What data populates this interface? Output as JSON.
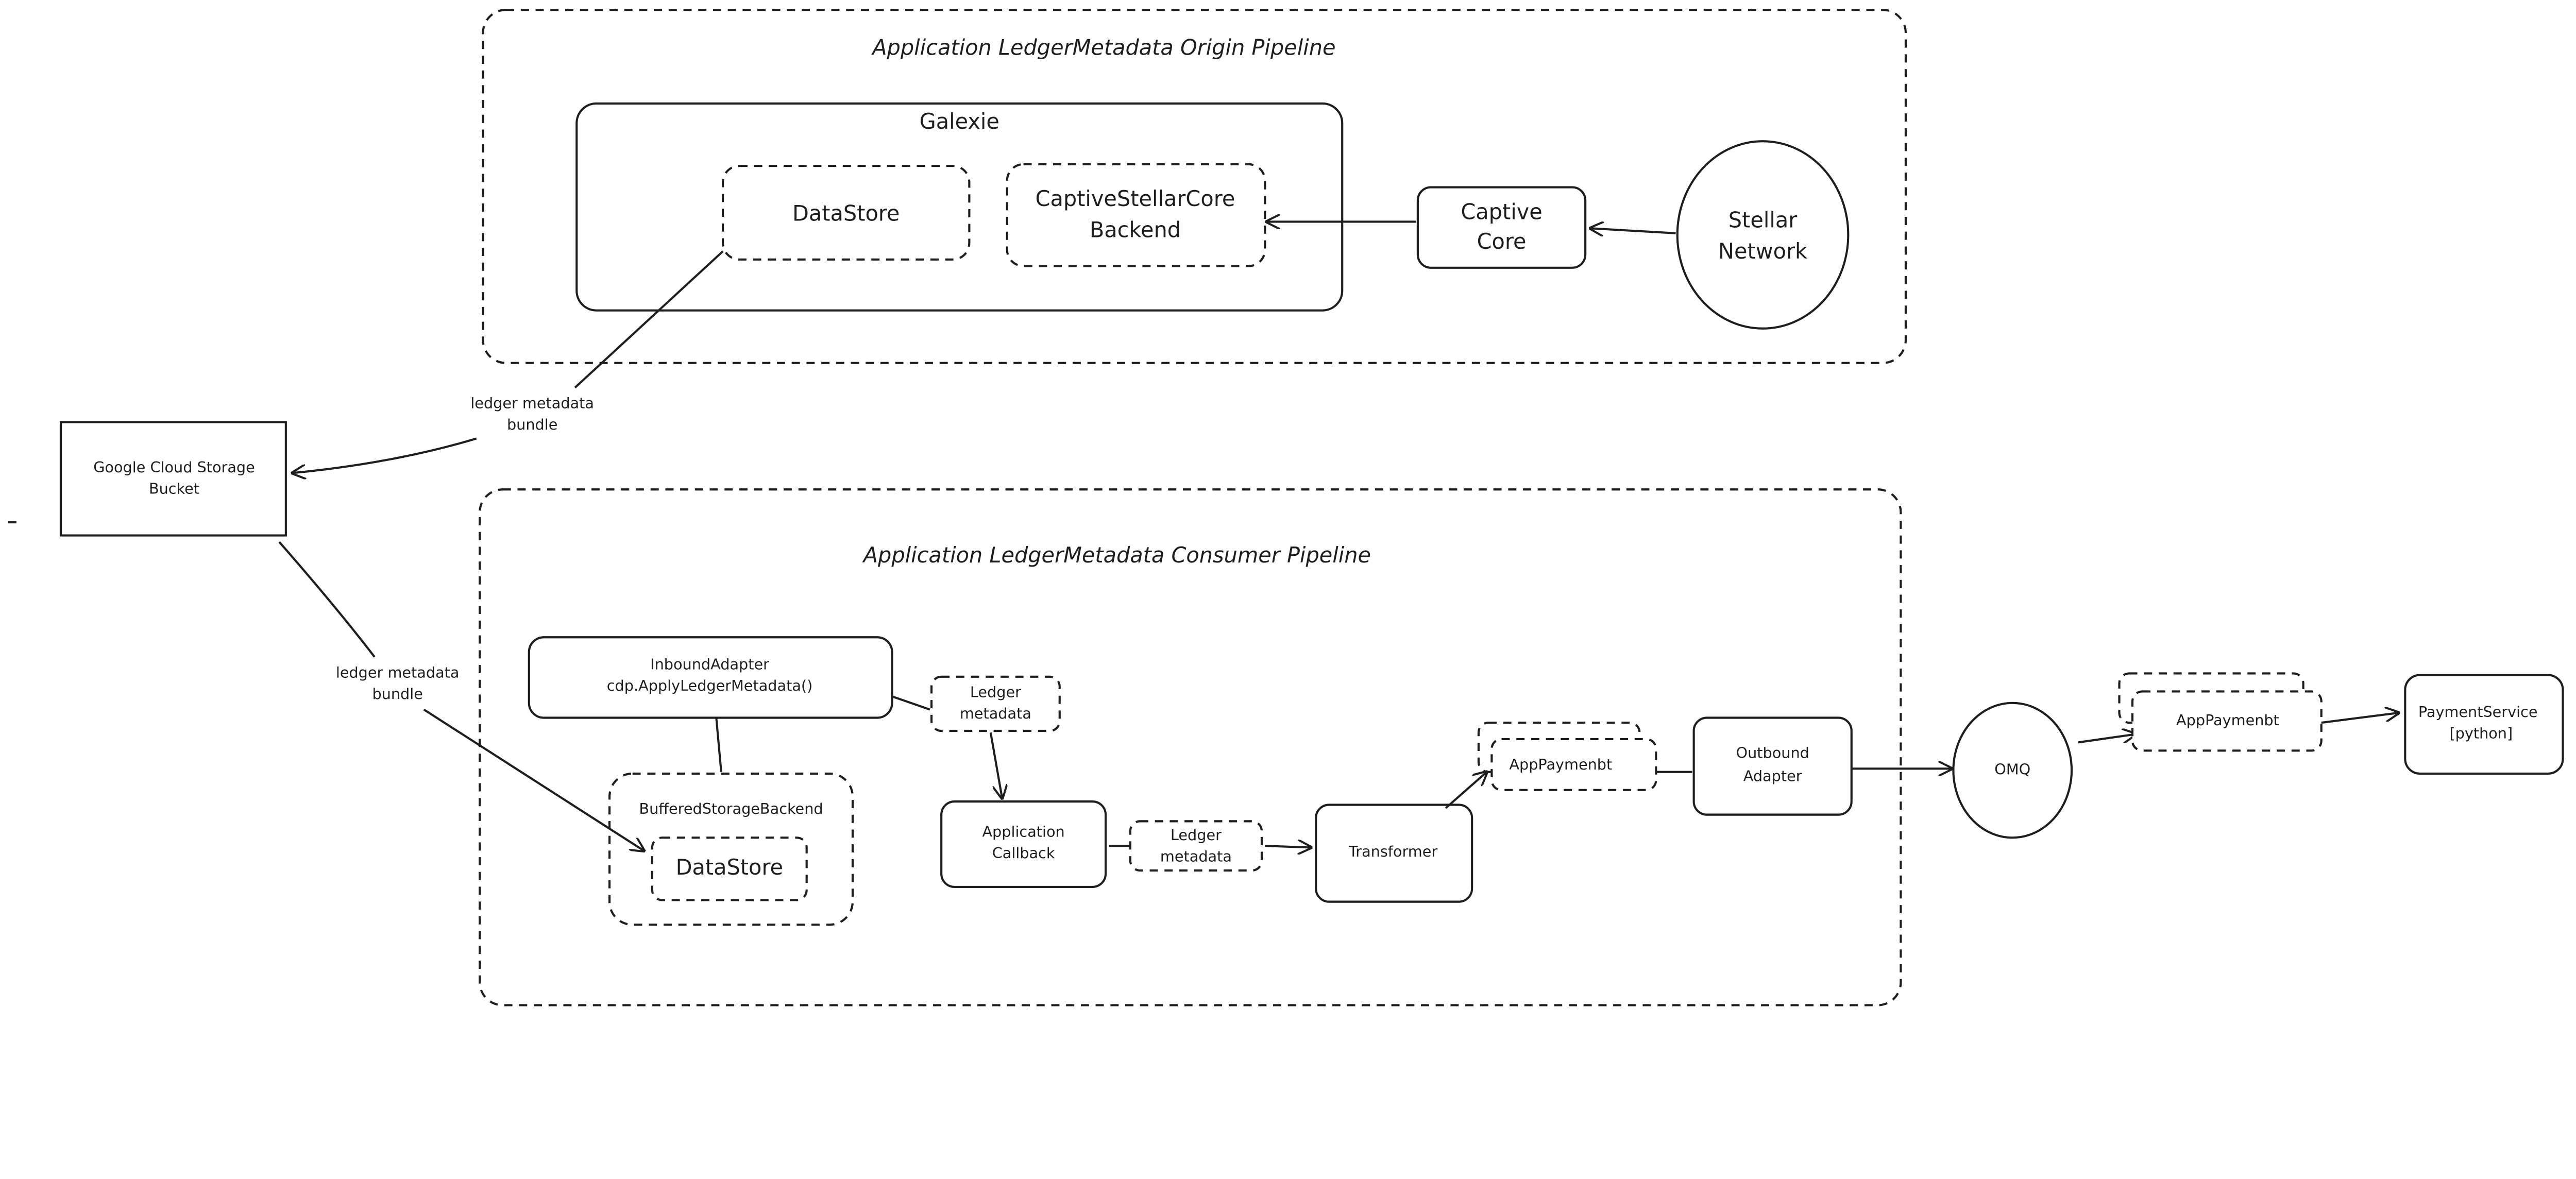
{
  "origin_pipeline": {
    "title": "Application LedgerMetadata Origin Pipeline",
    "galexie": {
      "label": "Galexie",
      "datastore": "DataStore",
      "backend": [
        "CaptiveStellarCore",
        "Backend"
      ]
    },
    "captive_core": [
      "Captive",
      "Core"
    ],
    "stellar_network": [
      "Stellar",
      "Network"
    ]
  },
  "edge_labels": {
    "upload": [
      "ledger metadata",
      "bundle"
    ],
    "download": [
      "ledger metadata",
      "bundle"
    ]
  },
  "gcs_bucket": [
    "Google Cloud Storage",
    "Bucket"
  ],
  "consumer_pipeline": {
    "title": "Application LedgerMetadata Consumer Pipeline",
    "inbound_adapter": [
      "InboundAdapter",
      "cdp.ApplyLedgerMetadata()"
    ],
    "ledger_metadata_1": [
      "Ledger",
      "metadata"
    ],
    "buffered_storage_backend": "BufferedStorageBackend",
    "datastore": "DataStore",
    "application_callback": [
      "Application",
      "Callback"
    ],
    "ledger_metadata_2": [
      "Ledger",
      "metadata"
    ],
    "transformer": "Transformer",
    "app_payment_1": "AppPaymenbt",
    "outbound_adapter": [
      "Outbound",
      "Adapter"
    ]
  },
  "omq": "OMQ",
  "app_payment_2": "AppPaymenbt",
  "payment_service": [
    "PaymentService",
    "[python]"
  ]
}
